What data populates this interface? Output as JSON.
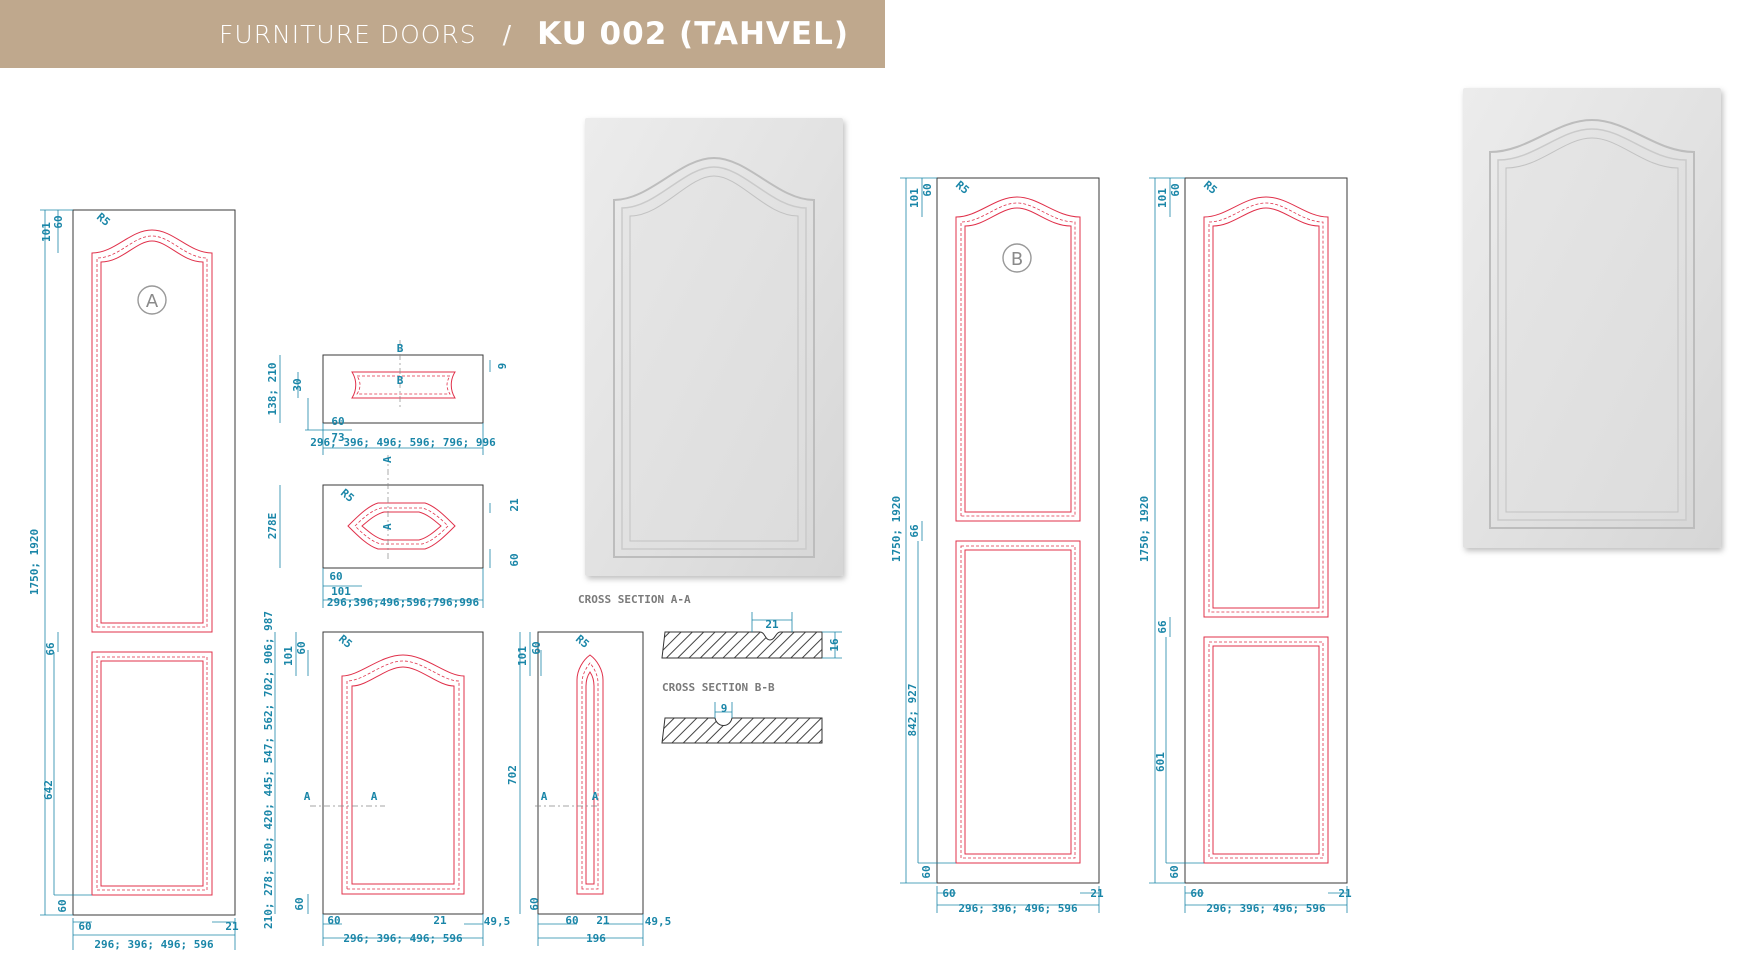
{
  "header": {
    "category": "FURNITURE DOORS",
    "separator": "/",
    "model": "KU 002 (TAHVEL)"
  },
  "labels": {
    "detail_a": "A",
    "detail_b": "B",
    "section_a": "A",
    "section_b": "B"
  },
  "cross_sections": {
    "aa_title": "CROSS SECTION  A-A",
    "bb_title": "CROSS SECTION B-B",
    "aa_width": "21",
    "aa_thickness": "16",
    "bb_width": "9"
  },
  "dims": {
    "radius": "R5",
    "d101": "101",
    "d60": "60",
    "d66": "66",
    "d642": "642",
    "d21": "21",
    "d9": "9",
    "d30": "30",
    "d73": "73",
    "d495": "49,5",
    "d196": "196",
    "d702": "702",
    "d601": "601",
    "h_tall": "1750; 1920",
    "h_842": "842; 927",
    "h_short": "138; 210",
    "h_278": "278E",
    "h_cabinet": "210; 278; 350; 420; 445; 547; 562; 702; 906; 987",
    "w_tall": "296; 396; 496; 596",
    "w_wide": "296; 396; 496; 596; 796; 996",
    "w_wide2": "296;396;496;596;796;996"
  },
  "colors": {
    "header_bg": "#bfa88d",
    "dimension": "#1a86a8",
    "panel": "#e0304a",
    "outline": "#3a3a3a"
  }
}
